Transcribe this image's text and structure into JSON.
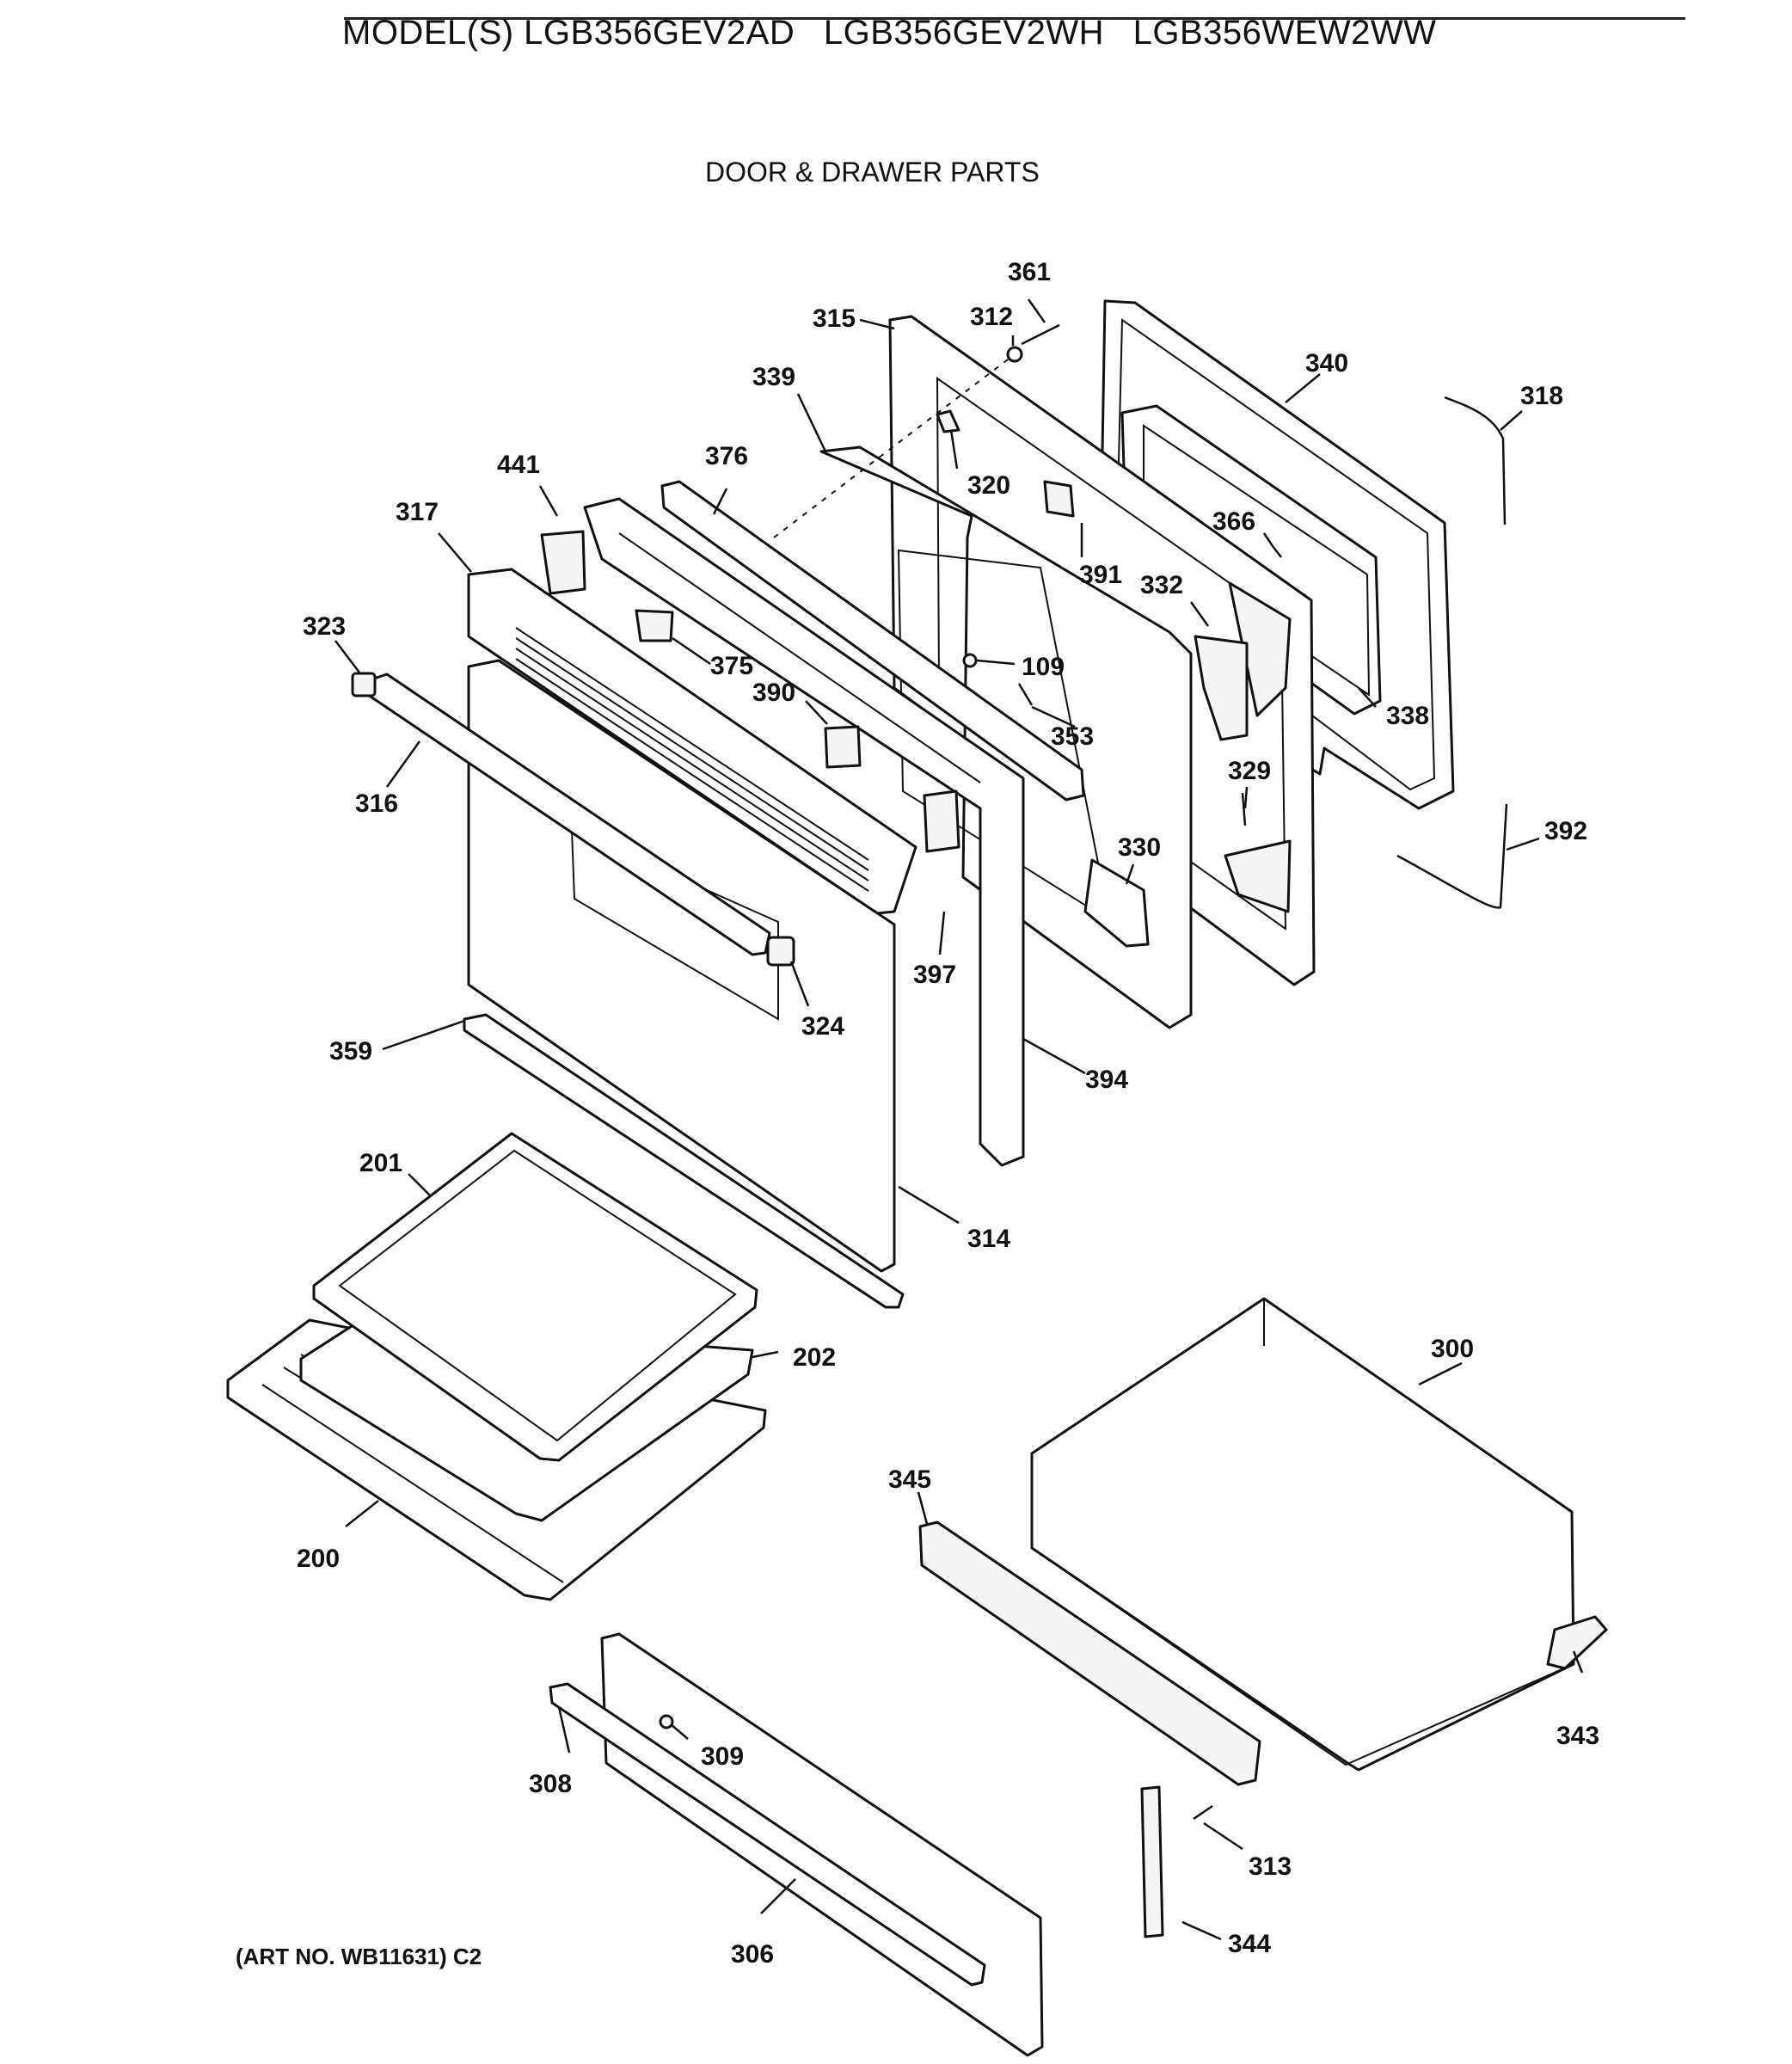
{
  "header": {
    "models": [
      "MODEL(S) LGB356GEV2AD",
      "LGB356GEV2WH",
      "LGB356WEW2WW"
    ],
    "section_title": "DOOR & DRAWER PARTS"
  },
  "footer": {
    "art_no": "(ART NO. WB11631) C2"
  },
  "callouts": {
    "c361": "361",
    "c312": "312",
    "c315": "315",
    "c340": "340",
    "c318": "318",
    "c339": "339",
    "c376": "376",
    "c441": "441",
    "c320": "320",
    "c317": "317",
    "c366": "366",
    "c391": "391",
    "c332": "332",
    "c323": "323",
    "c375": "375",
    "c109": "109",
    "c390": "390",
    "c353": "353",
    "c338": "338",
    "c316": "316",
    "c329": "329",
    "c392": "392",
    "c330": "330",
    "c397": "397",
    "c324": "324",
    "c359": "359",
    "c394": "394",
    "c201": "201",
    "c314": "314",
    "c300": "300",
    "c202": "202",
    "c345": "345",
    "c200": "200",
    "c343": "343",
    "c309": "309",
    "c308": "308",
    "c313": "313",
    "c306": "306",
    "c344": "344"
  }
}
